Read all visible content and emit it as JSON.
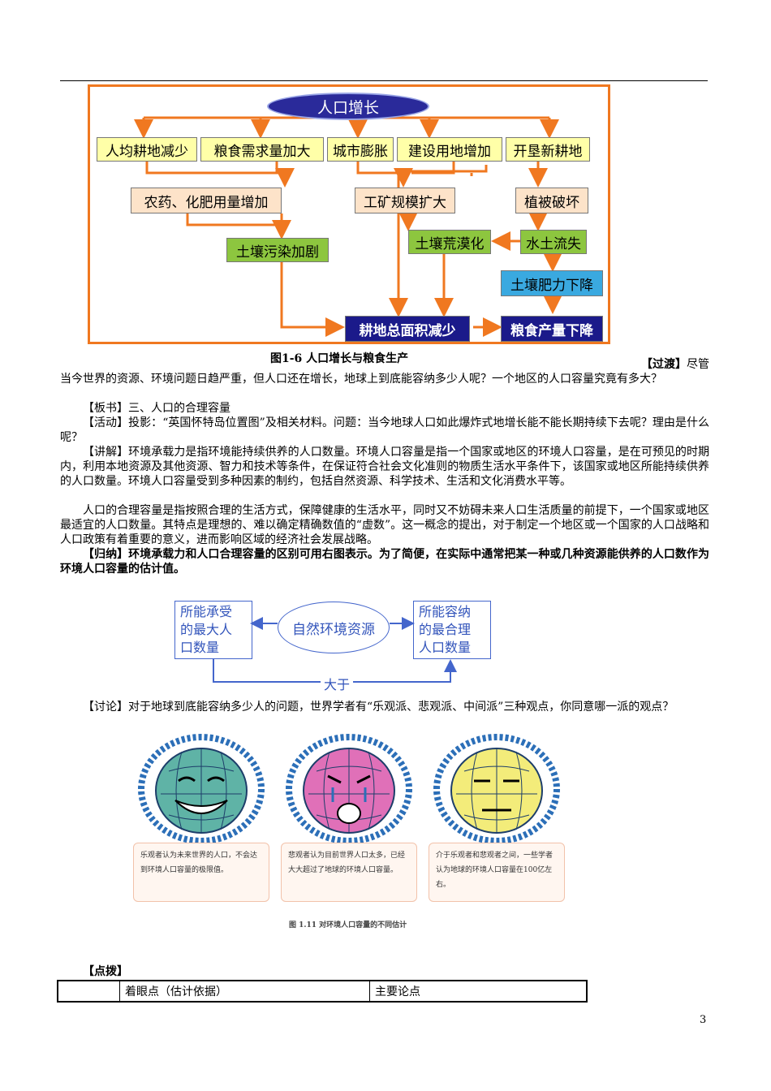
{
  "flowchart": {
    "top": "人口增长",
    "row1": [
      "人均耕地减少",
      "粮食需求量加大",
      "城市膨胀",
      "建设用地增加",
      "开垦新耕地"
    ],
    "row2": [
      "农药、化肥用量增加",
      "工矿规模扩大",
      "植被破坏"
    ],
    "pollution": "土壤污染加剧",
    "desert": "土壤荒漠化",
    "erosion": "水土流失",
    "fertility": "土壤肥力下降",
    "farmland": "耕地总面积减少",
    "grain": "粮食产量下降",
    "caption": "图1-6 人口增长与粮食生产"
  },
  "text": {
    "transition_tag": "【过渡】",
    "transition_lead": "尽管",
    "transition_body": "当今世界的资源、环境问题日趋严重，但人口还在增长，地球上到底能容纳多少人呢？一个地区的人口容量究竟有多大？",
    "board_tag": "【板书】",
    "board": "三、人口的合理容量",
    "activity_tag": "【活动】",
    "activity": "投影：“英国怀特岛位置图”及相关材料。问题：当今地球人口如此爆炸式地增长能不能长期持续下去呢？理由是什么呢？",
    "lecture_tag": "【讲解】",
    "lecture": "环境承载力是指环境能持续供养的人口数量。环境人口容量是指一个国家或地区的环境人口容量，是在可预见的时期内，利用本地资源及其他资源、智力和技术等条件，在保证符合社会文化准则的物质生活水平条件下，该国家或地区所能持续供养的人口数量。环境人口容量受到多种因素的制约，包括自然资源、科学技术、生活和文化消费水平等。",
    "reasonable": "人口的合理容量是指按照合理的生活方式，保障健康的生活水平，同时又不妨碍未来人口生活质量的前提下，一个国家或地区最适宜的人口数量。其特点是理想的、难以确定精确数值的“虚数”。这一概念的提出，对于制定一个地区或一个国家的人口战略和人口政策有着重要的意义，进而影响区域的经济社会发展战略。",
    "summary_tag": "【归纳】",
    "summary": "环境承载力和人口合理容量的区别可用右图表示。为了简便，在实际中通常把某一种或几种资源能供养的人口数作为环境人口容量的估计值。",
    "discuss_tag": "【讨论】",
    "discuss": "对于地球到底能容纳多少人的问题，世界学者有“乐观派、悲观派、中间派”三种观点，你同意哪一派的观点？",
    "hint_tag": "【点拨】"
  },
  "diagram2": {
    "left": [
      "所能承受",
      "的最大人",
      "口数量"
    ],
    "center": "自然环境资源",
    "right": [
      "所能容纳",
      "的最合理",
      "人口数量"
    ],
    "bottom": "大于"
  },
  "views": {
    "cards": [
      "乐观者认为未来世界的人口，不会达到环境人口容量的极限值。",
      "悲观者认为目前世界人口太多，已经大大超过了地球的环境人口容量。",
      "介于乐观者和悲观者之间，一些学者认为地球的环境人口容量在100亿左右。"
    ],
    "caption": "图 1.11   对环境人口容量的不同估计",
    "colors": {
      "optimist": "#5fb3a6",
      "pessimist": "#e070b8",
      "neutral": "#f3ec7a",
      "cloud": "#2c6fb8"
    }
  },
  "table": {
    "headers": [
      "",
      "着眼点（估计依据）",
      "主要论点"
    ]
  },
  "page_number": "3"
}
